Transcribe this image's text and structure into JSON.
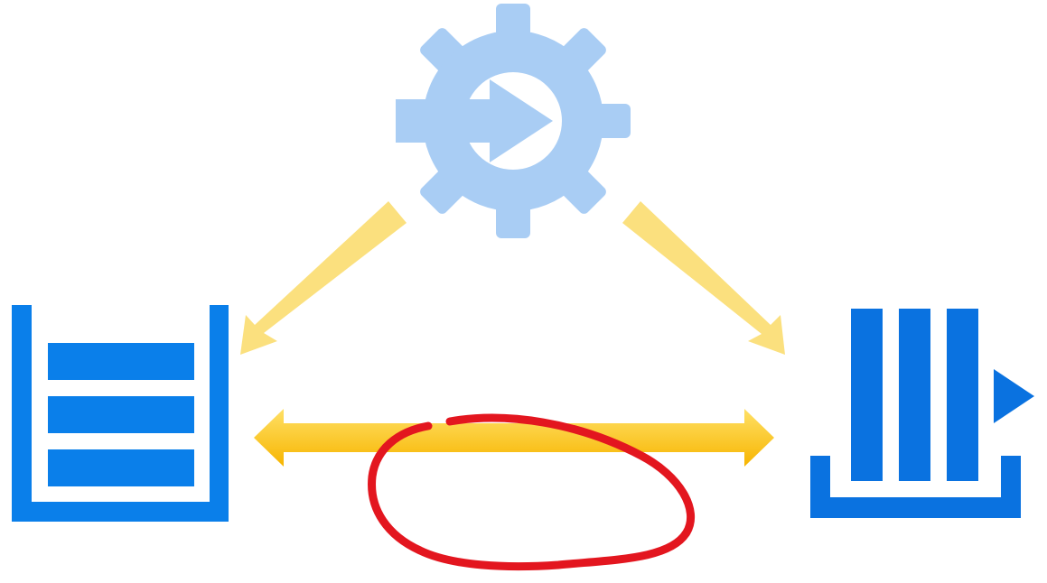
{
  "diagram": {
    "nodes": [
      {
        "id": "processor",
        "icon": "gear-arrow-icon",
        "color": "#a9cdf4"
      },
      {
        "id": "storage",
        "icon": "storage-bin-icon",
        "color": "#0a7fea"
      },
      {
        "id": "queue",
        "icon": "message-queue-icon",
        "color": "#0a72e0"
      }
    ],
    "edges": [
      {
        "from": "processor",
        "to": "storage",
        "style": "single-arrow",
        "color": "#fbe07e"
      },
      {
        "from": "processor",
        "to": "queue",
        "style": "single-arrow",
        "color": "#fbe07e"
      },
      {
        "from": "storage",
        "to": "queue",
        "style": "double-arrow",
        "color": "#fcc100"
      }
    ],
    "annotation": {
      "type": "hand-drawn-circle",
      "color": "#e3161f"
    }
  }
}
